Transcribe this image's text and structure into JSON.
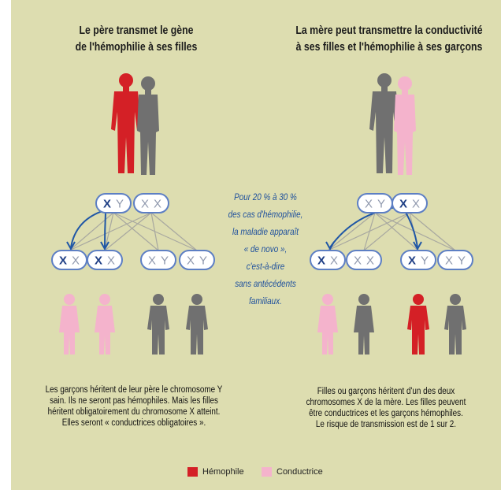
{
  "colors": {
    "background": "#ddddb0",
    "hemophile": "#d42026",
    "conductrice": "#f4b3cc",
    "healthy": "#707070",
    "arrow": "#1f56a6",
    "chromosome_border": "#5d7fc4"
  },
  "left": {
    "title_lines": [
      "Le père transmet le gène",
      "de l'hémophilie à ses filles"
    ],
    "parents": {
      "father": {
        "chromosomes": [
          "X",
          "Y"
        ],
        "status": "hemophile"
      },
      "mother": {
        "chromosomes": [
          "X",
          "X"
        ],
        "status": "healthy"
      }
    },
    "children": [
      {
        "chromosomes": [
          "X",
          "X"
        ],
        "status": "conductrice"
      },
      {
        "chromosomes": [
          "X",
          "X"
        ],
        "status": "conductrice"
      },
      {
        "chromosomes": [
          "X",
          "Y"
        ],
        "status": "healthy"
      },
      {
        "chromosomes": [
          "X",
          "Y"
        ],
        "status": "healthy"
      }
    ],
    "caption_lines": [
      "Les garçons héritent de leur père le chromosome Y",
      "sain. Ils ne seront pas hémophiles. Mais les filles",
      "héritent obligatoirement du chromosome X atteint.",
      "Elles seront « conductrices obligatoires »."
    ]
  },
  "right": {
    "title_lines": [
      "La mère peut transmettre la conductivité",
      "à ses filles et l'hémophilie à ses garçons"
    ],
    "parents": {
      "father": {
        "chromosomes": [
          "X",
          "Y"
        ],
        "status": "healthy"
      },
      "mother": {
        "chromosomes": [
          "X",
          "X"
        ],
        "status": "conductrice"
      }
    },
    "children": [
      {
        "chromosomes": [
          "X",
          "X"
        ],
        "status": "conductrice"
      },
      {
        "chromosomes": [
          "X",
          "X"
        ],
        "status": "healthy"
      },
      {
        "chromosomes": [
          "X",
          "Y"
        ],
        "status": "hemophile"
      },
      {
        "chromosomes": [
          "X",
          "Y"
        ],
        "status": "healthy"
      }
    ],
    "caption_lines": [
      "Filles ou garçons héritent d'un des deux",
      "chromosomes X de la mère. Les filles peuvent",
      "être conductrices et les garçons hémophiles.",
      "Le risque de transmission est de 1 sur 2."
    ]
  },
  "middle_note_lines": [
    "Pour 20 % à 30 %",
    "des cas d'hémophilie,",
    "la maladie apparaît",
    "« de novo »,",
    "c'est-à-dire",
    "sans antécédents",
    "familiaux."
  ],
  "legend": [
    {
      "label": "Hémophile",
      "color": "#d42026"
    },
    {
      "label": "Conductrice",
      "color": "#f4b3cc"
    }
  ]
}
